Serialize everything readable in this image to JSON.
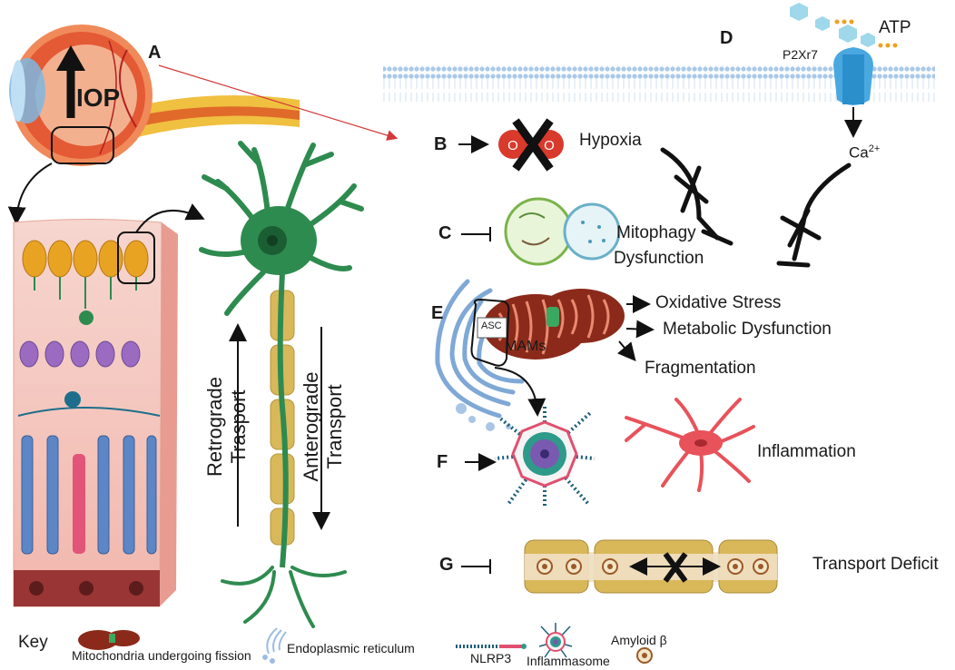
{
  "panels": {
    "A": "A",
    "B": "B",
    "C": "C",
    "D": "D",
    "E": "E",
    "F": "F",
    "G": "G"
  },
  "eye": {
    "iop": "IOP"
  },
  "neuron": {
    "retrograde_1": "Retrograde",
    "retrograde_2": "Trasport",
    "anterograde_1": "Anterograde",
    "anterograde_2": "Transport"
  },
  "membrane": {
    "receptor": "P2Xr7",
    "atp": "ATP",
    "calcium": "Ca",
    "calcium_sup": "2+"
  },
  "labels": {
    "hypoxia": "Hypoxia",
    "mitophagy_1": "Mitophagy",
    "mitophagy_2": "Dysfunction",
    "asc": "ASC",
    "mams": "MAMs",
    "oxidative": "Oxidative Stress",
    "metabolic": "Metabolic Dysfunction",
    "fragmentation": "Fragmentation",
    "inflammation": "Inflammation",
    "transport_deficit": "Transport Deficit"
  },
  "key": {
    "title": "Key",
    "mito": "Mitochondria undergoing fission",
    "er": "Endoplasmic reticulum",
    "nlrp3": "NLRP3",
    "inflammasome": "Inflammasome",
    "amyloid": "Amyloid β"
  },
  "colors": {
    "neuron": "#2e8b4f",
    "mito": "#8b2a1a",
    "inflammation_cell": "#e8525a",
    "er": "#7fa8d6"
  }
}
